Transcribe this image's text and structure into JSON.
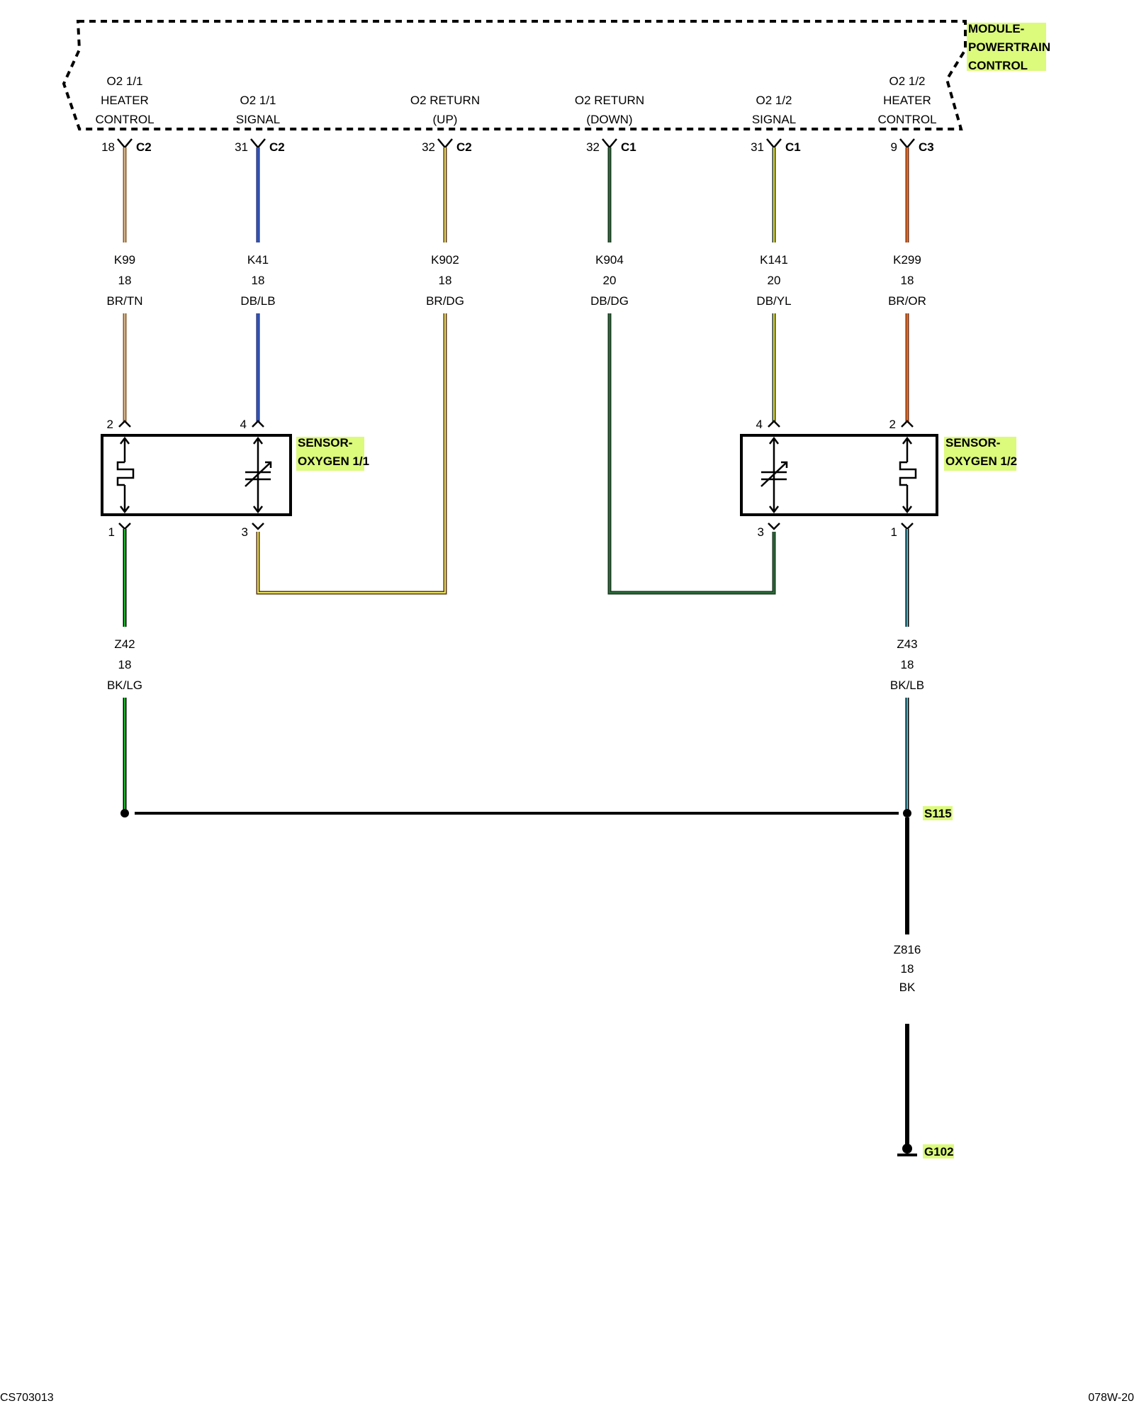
{
  "module": {
    "label_line1": "MODULE-",
    "label_line2": "POWERTRAIN",
    "label_line3": "CONTROL"
  },
  "colors": {
    "highlight": "#dcfa7c",
    "wire_bk": "#000000"
  },
  "pins": [
    {
      "line1": "O2 1/1",
      "line2": "HEATER",
      "line3": "CONTROL",
      "pin": "18",
      "conn": "C2"
    },
    {
      "line1": "",
      "line2": "O2 1/1",
      "line3": "SIGNAL",
      "pin": "31",
      "conn": "C2"
    },
    {
      "line1": "",
      "line2": "O2 RETURN",
      "line3": "(UP)",
      "pin": "32",
      "conn": "C2"
    },
    {
      "line1": "",
      "line2": "O2 RETURN",
      "line3": "(DOWN)",
      "pin": "32",
      "conn": "C1"
    },
    {
      "line1": "",
      "line2": "O2 1/2",
      "line3": "SIGNAL",
      "pin": "31",
      "conn": "C1"
    },
    {
      "line1": "O2 1/2",
      "line2": "HEATER",
      "line3": "CONTROL",
      "pin": "9",
      "conn": "C3"
    }
  ],
  "wires": [
    {
      "circuit": "K99",
      "gauge": "18",
      "color": "BR/TN",
      "c1": "#8a5a2b",
      "c2": "#d2b48c"
    },
    {
      "circuit": "K41",
      "gauge": "18",
      "color": "DB/LB",
      "c1": "#1c2e78",
      "c2": "#3a5fcd"
    },
    {
      "circuit": "K902",
      "gauge": "18",
      "color": "BR/DG",
      "c1": "#5a3a10",
      "c2": "#e8e060"
    },
    {
      "circuit": "K904",
      "gauge": "20",
      "color": "DB/DG",
      "c1": "#1a3a20",
      "c2": "#2d6a3a"
    },
    {
      "circuit": "K141",
      "gauge": "20",
      "color": "DB/YL",
      "c1": "#2a3a2a",
      "c2": "#e8e030"
    },
    {
      "circuit": "K299",
      "gauge": "18",
      "color": "BR/OR",
      "c1": "#7a3010",
      "c2": "#f07020"
    }
  ],
  "sensors": [
    {
      "name1": "SENSOR-",
      "name2": "OXYGEN 1/1",
      "pin_heater_top": "2",
      "pin_signal_top": "4",
      "pin_heater_bottom": "1",
      "pin_signal_bottom": "3"
    },
    {
      "name1": "SENSOR-",
      "name2": "OXYGEN 1/2",
      "pin_heater_top": "2",
      "pin_signal_top": "4",
      "pin_heater_bottom": "1",
      "pin_signal_bottom": "3"
    }
  ],
  "grounds": [
    {
      "circuit": "Z42",
      "gauge": "18",
      "color": "BK/LG",
      "c1": "#000000",
      "c2": "#22bb33"
    },
    {
      "circuit": "Z43",
      "gauge": "18",
      "color": "BK/LB",
      "c1": "#000000",
      "c2": "#40c8e0"
    },
    {
      "circuit": "Z816",
      "gauge": "18",
      "color": "BK"
    }
  ],
  "splice": {
    "label": "S115"
  },
  "ground_point": {
    "label": "G102"
  },
  "footer": {
    "left": "CS703013",
    "right": "078W-20"
  }
}
